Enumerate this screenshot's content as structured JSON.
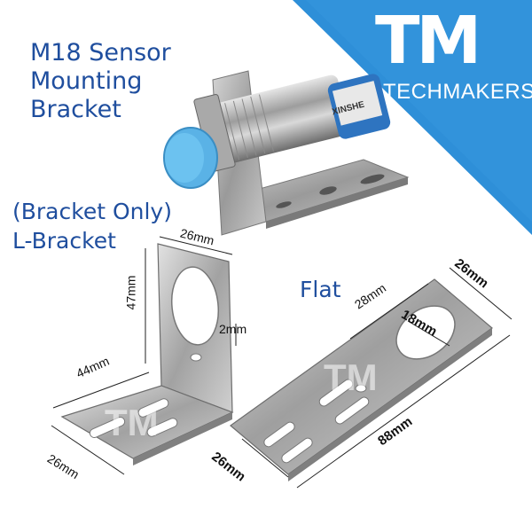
{
  "title_lines": [
    "M18 Sensor",
    "Mounting",
    "Bracket"
  ],
  "subtitle_lines": [
    "(Bracket Only)",
    "L-Bracket"
  ],
  "flat_label": "Flat",
  "brand": {
    "logo_text": "TM",
    "name": "TECHMAKERS",
    "watermark": "TM",
    "banner_color": "#2e8fd8"
  },
  "sensor_label": "XINSHE",
  "l_bracket_dims": {
    "width_top": "26mm",
    "height": "47mm",
    "thickness": "2mm",
    "base_length": "44mm",
    "base_width": "26mm"
  },
  "flat_dims": {
    "hole_offset": "28mm",
    "width": "26mm",
    "hole_diameter": "18mm",
    "length": "88mm",
    "width_bottom": "26mm"
  }
}
